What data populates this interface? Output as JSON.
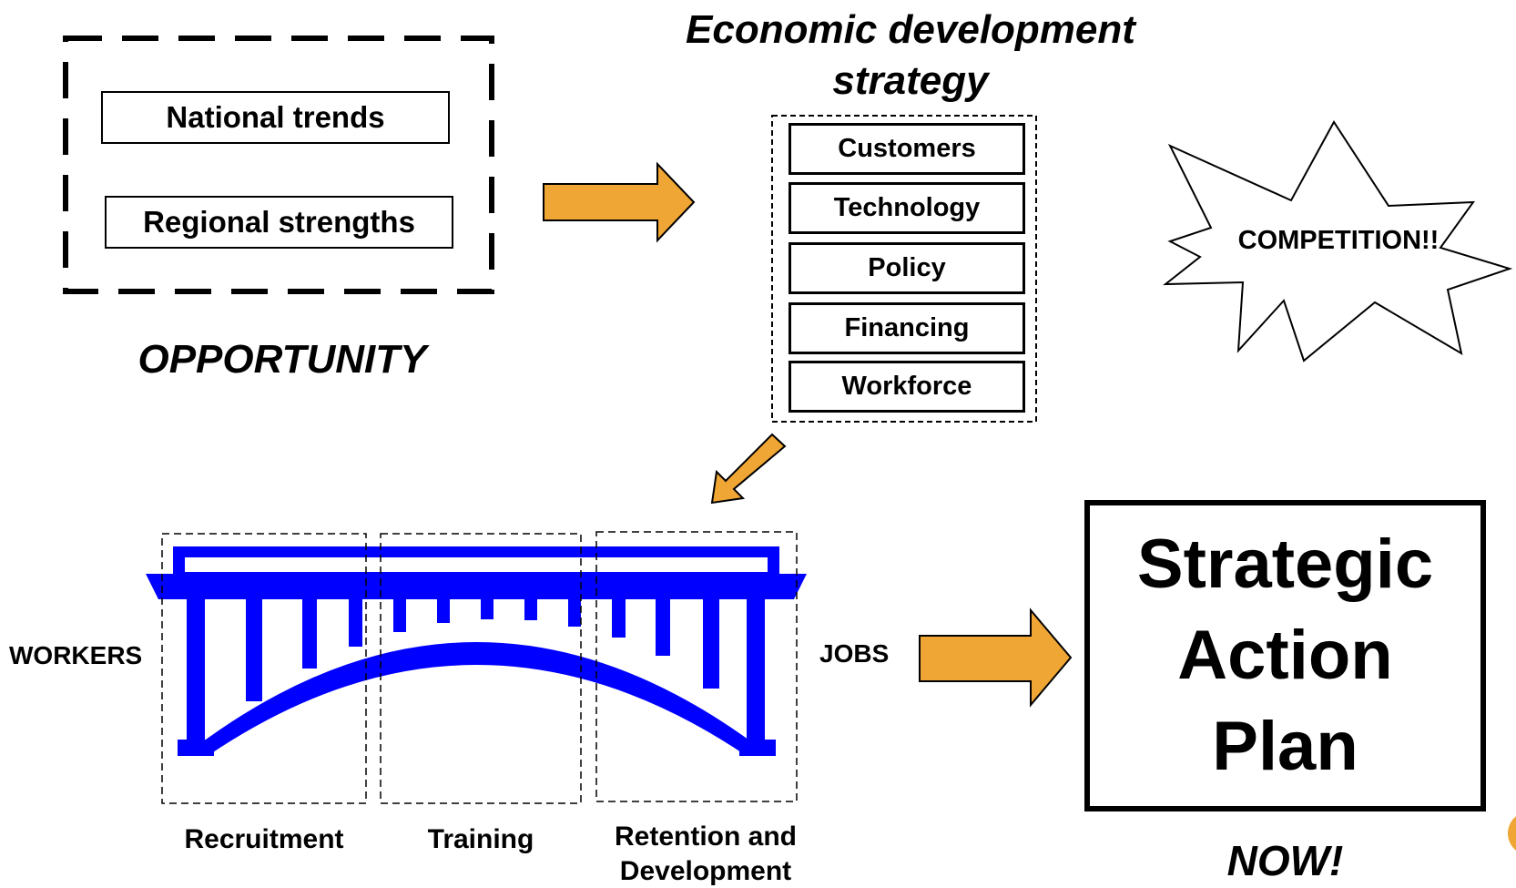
{
  "opportunity": {
    "items": [
      "National trends",
      "Regional strengths"
    ],
    "caption": "OPPORTUNITY"
  },
  "strategy": {
    "title_line1": "Economic development",
    "title_line2": "strategy",
    "items": [
      "Customers",
      "Technology",
      "Policy",
      "Financing",
      "Workforce"
    ]
  },
  "competition": {
    "label": "COMPETITION!!"
  },
  "bridge": {
    "left_label": "WORKERS",
    "right_label": "JOBS",
    "segments": [
      "Recruitment",
      "Training",
      "Retention and",
      "Development"
    ]
  },
  "plan": {
    "line1": "Strategic",
    "line2": "Action",
    "line3": "Plan",
    "caption": "NOW!"
  },
  "colors": {
    "arrow_fill": "#f0a635",
    "bridge_blue": "#0000ff",
    "badge": "#f0a635"
  }
}
